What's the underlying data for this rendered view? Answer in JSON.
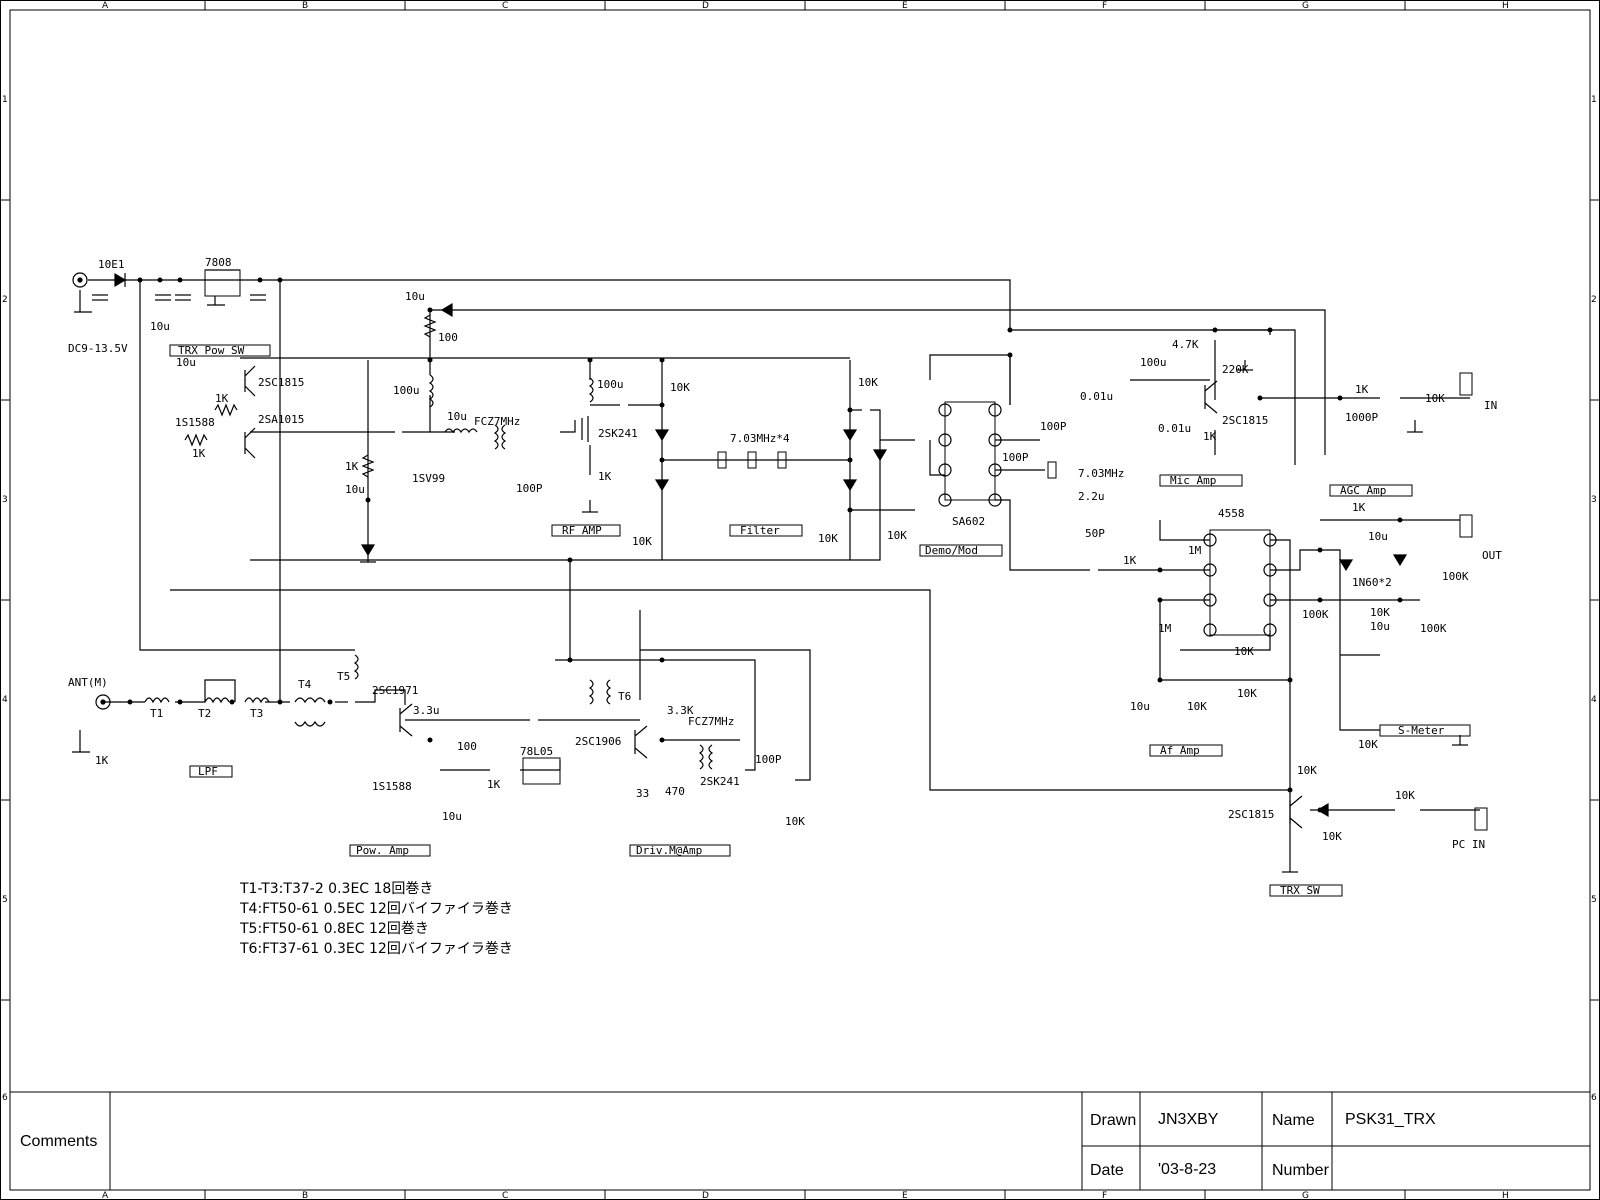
{
  "grid": {
    "columns": [
      "A",
      "B",
      "C",
      "D",
      "E",
      "F",
      "G",
      "H"
    ],
    "rows": [
      "1",
      "2",
      "3",
      "4",
      "5",
      "6"
    ]
  },
  "blocks": {
    "trx_pow_sw": "TRX Pow SW",
    "rf_amp": "RF AMP",
    "filter": "Filter",
    "demo_mod": "Demo/Mod",
    "mic_amp": "Mic Amp",
    "agc_amp": "AGC Amp",
    "af_amp": "Af Amp",
    "lpf": "LPF",
    "pow_amp": "Pow. Amp",
    "driv_amp": "Driv.M@Amp",
    "trx_sw": "TRX SW",
    "s_meter": "S-Meter"
  },
  "labels": {
    "dc_in": "DC9-13.5V",
    "ant": "ANT(M)",
    "in": "IN",
    "out": "OUT",
    "pc_in": "PC IN",
    "d_10e1": "10E1",
    "reg_7808": "7808",
    "reg_78l05": "78L05",
    "c_10u_a": "10u",
    "c_10u_b": "10u",
    "c_10u_c": "10u",
    "c_10u_d": "10u",
    "c_10u_e": "10u",
    "c_10u_f": "10u",
    "c_10u_g": "10u",
    "c_10u_h": "10u",
    "q_2sc1815_a": "2SC1815",
    "q_2sa1015": "2SA1015",
    "q_2sc1815_b": "2SC1815",
    "q_2sc1815_c": "2SC1815",
    "q_2sk241_a": "2SK241",
    "q_2sk241_b": "2SK241",
    "q_2sc1971": "2SC1971",
    "q_2sc1906": "2SC1906",
    "d_1s1588_a": "1S1588",
    "d_1s1588_b": "1S1588",
    "d_1sv99": "1SV99",
    "d_1n60": "1N60*2",
    "r_1k_a": "1K",
    "r_1k_b": "1K",
    "r_1k_c": "1K",
    "r_1k_d": "1K",
    "r_1k_e": "1K",
    "r_1k_f": "1K",
    "r_1k_g": "1K",
    "r_1k_h": "1K",
    "r_100_a": "100",
    "r_100_b": "100",
    "l_100u_a": "100u",
    "l_100u_b": "100u",
    "l_100u_c": "100u",
    "l_10u": "10u",
    "t_fcz_a": "FCZ7MHz",
    "t_fcz_b": "FCZ7MHz",
    "c_100p_a": "100P",
    "c_100p_b": "100P",
    "c_100p_c": "100P",
    "c_100p_d": "100P",
    "r_10k_a": "10K",
    "r_10k_b": "10K",
    "r_10k_c": "10K",
    "r_10k_d": "10K",
    "r_10k_e": "10K",
    "r_10k_f": "10K",
    "r_10k_g": "10K",
    "r_10k_h": "10K",
    "r_10k_i": "10K",
    "r_10k_j": "10K",
    "r_10k_k": "10K",
    "r_10k_l": "10K",
    "r_10k_m": "10K",
    "r_10k_n": "10K",
    "xtal_filter": "7.03MHz*4",
    "xtal_osc": "7.03MHz",
    "ic_sa602": "SA602",
    "ic_4558": "4558",
    "l_2u2": "2.2u",
    "c_50p": "50P",
    "c_001u_a": "0.01u",
    "c_001u_b": "0.01u",
    "r_4k7": "4.7K",
    "r_220k": "220K",
    "c_1000p": "1000P",
    "r_1m_a": "1M",
    "r_1m_b": "1M",
    "r_100k_a": "100K",
    "r_100k_b": "100K",
    "r_100k_c": "100K",
    "l_t1": "T1",
    "l_t2": "T2",
    "l_t3": "T3",
    "l_t4": "T4",
    "l_t5": "T5",
    "l_t6": "T6",
    "c_3u3": "3.3u",
    "r_3k3": "3.3K",
    "r_33": "33",
    "r_470": "470"
  },
  "notes": [
    "T1-T3:T37-2 0.3EC 18回巻き",
    "T4:FT50-61 0.5EC 12回バイファイラ巻き",
    "T5:FT50-61 0.8EC 12回巻き",
    "T6:FT37-61 0.3EC  12回バイファイラ巻き"
  ],
  "title_block": {
    "comments_label": "Comments",
    "drawn_label": "Drawn",
    "drawn_value": "JN3XBY",
    "date_label": "Date",
    "date_value": "'03-8-23",
    "name_label": "Name",
    "name_value": "PSK31_TRX",
    "number_label": "Number",
    "number_value": ""
  }
}
